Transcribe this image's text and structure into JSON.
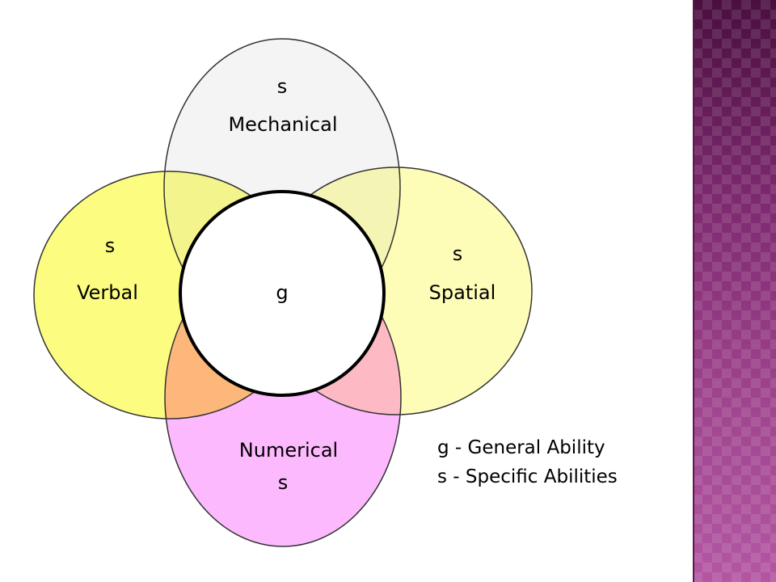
{
  "diagram": {
    "center": {
      "symbol": "g"
    },
    "circles": [
      {
        "id": "mechanical",
        "name": "Mechanical",
        "symbol": "s",
        "color": "#f4f4f4"
      },
      {
        "id": "verbal",
        "name": "Verbal",
        "symbol": "s",
        "color": "#fcfc80"
      },
      {
        "id": "spatial",
        "name": "Spatial",
        "symbol": "s",
        "color": "#fdfdb8"
      },
      {
        "id": "numerical",
        "name": "Numerical",
        "symbol": "s",
        "color": "#fdb9fd"
      }
    ],
    "overlap_colors": {
      "verbal_mechanical": "#f4f48c",
      "spatial_mechanical": "#f4f4b4",
      "verbal_numerical": "#fdb77b",
      "spatial_numerical": "#fdb9c4",
      "center": "#ffffff"
    },
    "legend": [
      {
        "text": "g - General Ability"
      },
      {
        "text": "s - Specific Abilities"
      }
    ]
  },
  "theme": {
    "side_band": "#7e2a70"
  }
}
